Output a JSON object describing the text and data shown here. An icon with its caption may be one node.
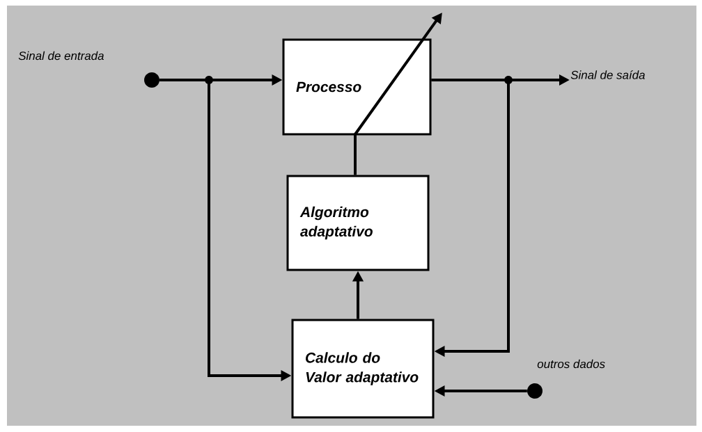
{
  "diagram": {
    "nodes": [
      {
        "text": [],
        "shape": "circle",
        "beside": [
          "Sinal de entrada"
        ]
      },
      {
        "text": [
          "Processo"
        ]
      },
      {
        "text": [
          "Algoritmo adaptativo"
        ]
      },
      {
        "text": [
          "Calculo do Valor adaptativo"
        ]
      },
      {
        "text": [
          "Sinal de saída"
        ]
      },
      {
        "text": [],
        "shape": "circle",
        "beside": [
          "outros dados"
        ]
      }
    ],
    "edges": [
      {
        "from": 0,
        "to": 1,
        "arrow": "to"
      },
      {
        "from": 0,
        "to": 3,
        "arrow": "to"
      },
      {
        "from": 1,
        "to": 4,
        "arrow": "to"
      },
      {
        "from": 1,
        "to": 3,
        "arrow": "to"
      },
      {
        "from": 3,
        "to": 2,
        "arrow": "to"
      },
      {
        "from": 2,
        "to": 1,
        "arrow": "to"
      },
      {
        "from": 5,
        "to": 3,
        "arrow": "to"
      }
    ]
  }
}
